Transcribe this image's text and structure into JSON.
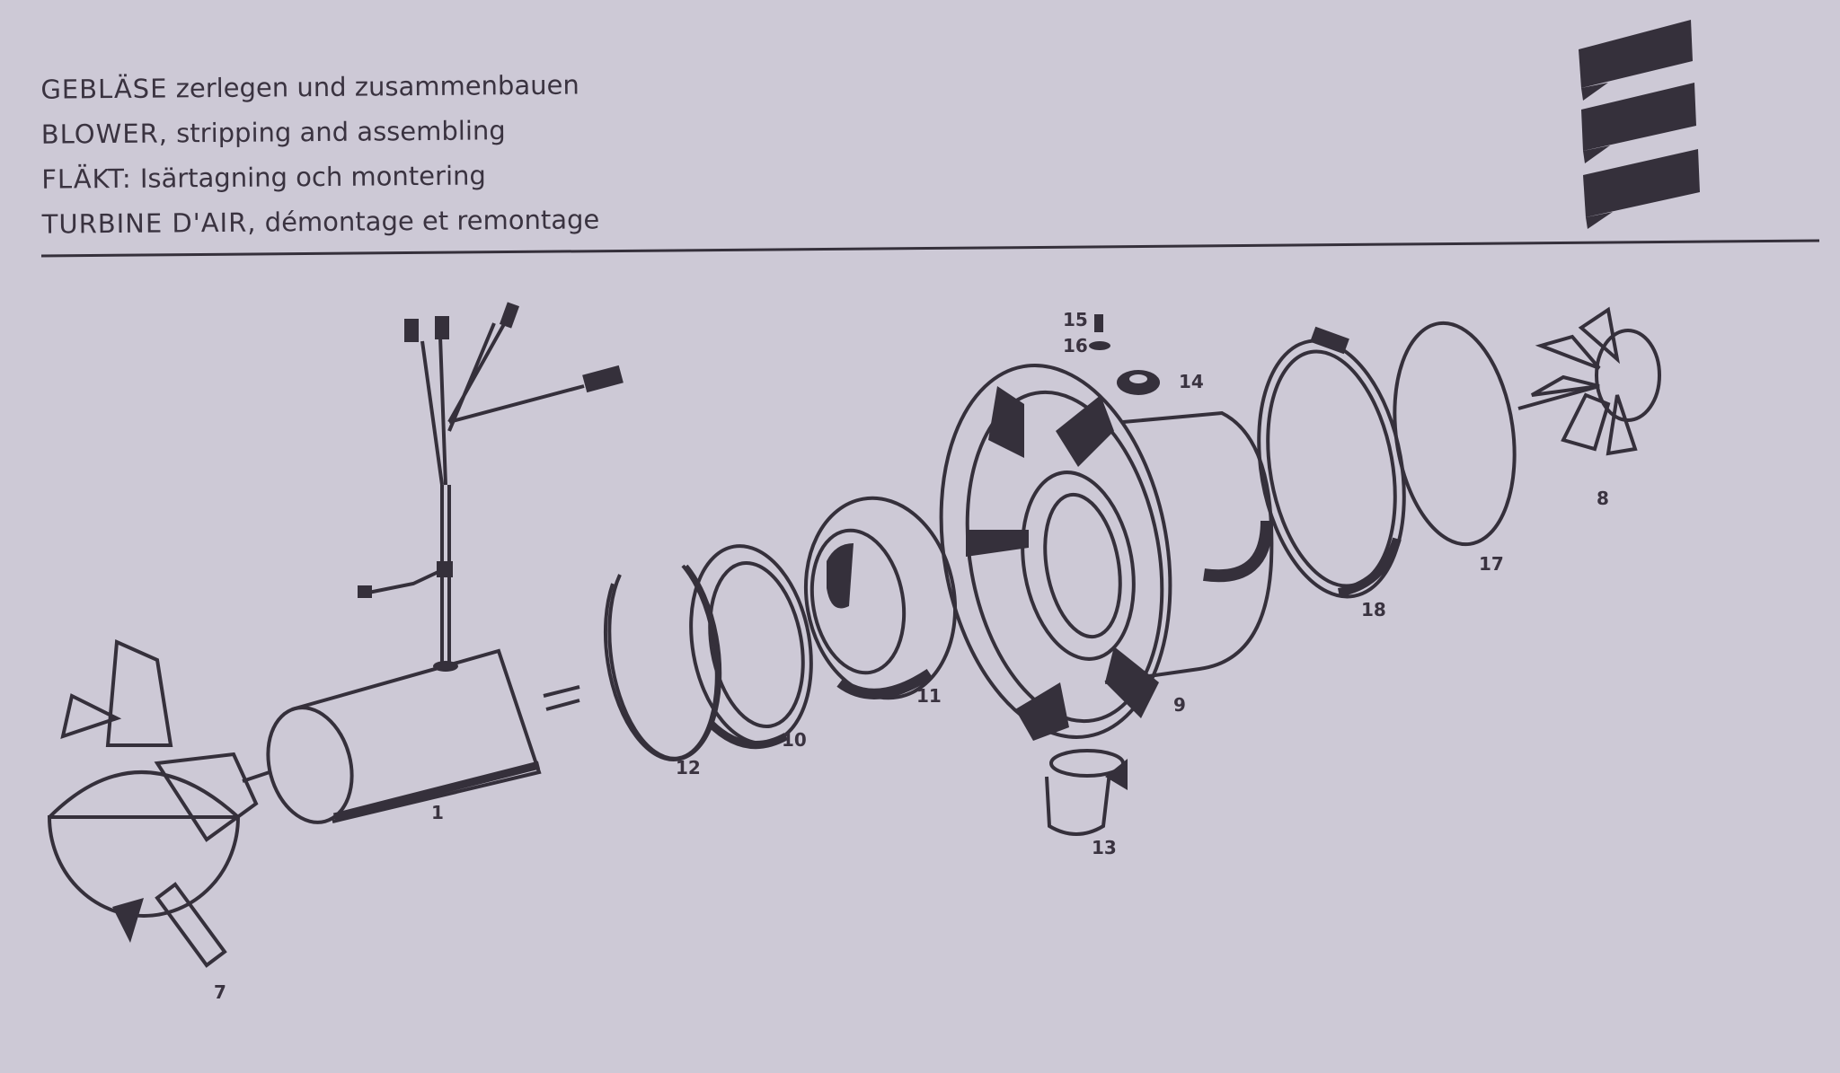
{
  "header": {
    "lines": [
      {
        "caps": "GEBLÄSE",
        "rest": " zerlegen und zusammenbauen"
      },
      {
        "caps": "BLOWER,",
        "rest": " stripping and assembling"
      },
      {
        "caps": "FLÄKT:",
        "rest": " Isärtagning och montering"
      },
      {
        "caps": "TURBINE  D'AIR,",
        "rest": " démontage et remontage"
      }
    ]
  },
  "logo": {
    "icon": "eberspaecher-logo"
  },
  "diagram": {
    "labels": {
      "p15": "15",
      "p16": "16",
      "p14": "14",
      "p18": "18",
      "p17": "17",
      "p8": "8",
      "p9": "9",
      "p11": "11",
      "p10": "10",
      "p12": "12",
      "p1": "1",
      "p13": "13",
      "p7": "7"
    }
  },
  "colors": {
    "paper": "#cdc9d6",
    "ink": "#35303b"
  }
}
